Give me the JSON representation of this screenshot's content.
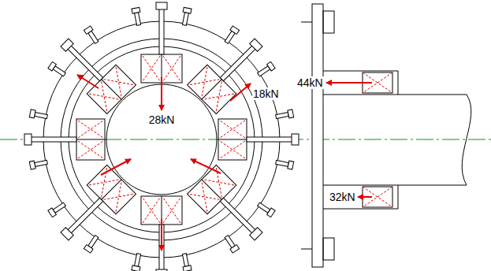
{
  "diagram": {
    "labels": [
      "28kN",
      "18kN",
      "44kN",
      "32kN"
    ]
  }
}
